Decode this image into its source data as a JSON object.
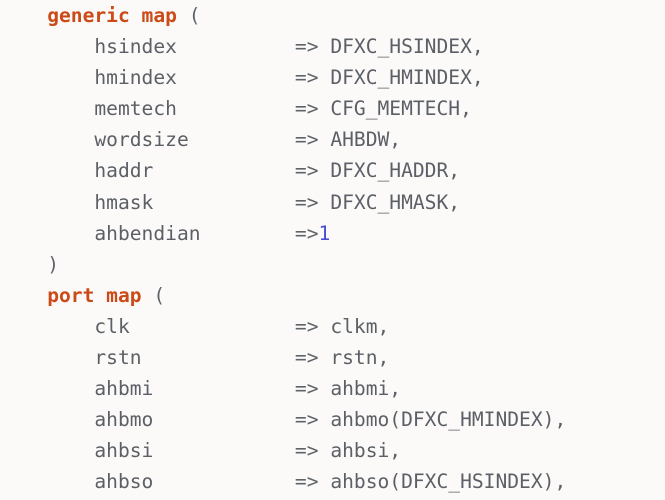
{
  "editor": {
    "background_color": "#fbfaf9",
    "keyword_color": "#cc4a18",
    "identifier_color": "#5c6066",
    "punctuation_color": "#5f646b",
    "number_color": "#4b4bd4",
    "language": "VHDL"
  },
  "lines": [
    {
      "id": "line-generic-map",
      "tokens": [
        {
          "text": "    ",
          "type": "plain"
        },
        {
          "text": "generic map",
          "type": "keyword"
        },
        {
          "text": " (",
          "type": "punct"
        }
      ]
    },
    {
      "id": "line-hsindex",
      "tokens": [
        {
          "text": "        ",
          "type": "plain"
        },
        {
          "text": "hsindex",
          "type": "ident"
        },
        {
          "text": "          ",
          "type": "plain"
        },
        {
          "text": "=> ",
          "type": "arrow"
        },
        {
          "text": "DFXC_HSINDEX,",
          "type": "value"
        }
      ]
    },
    {
      "id": "line-hmindex",
      "tokens": [
        {
          "text": "        ",
          "type": "plain"
        },
        {
          "text": "hmindex",
          "type": "ident"
        },
        {
          "text": "          ",
          "type": "plain"
        },
        {
          "text": "=> ",
          "type": "arrow"
        },
        {
          "text": "DFXC_HMINDEX,",
          "type": "value"
        }
      ]
    },
    {
      "id": "line-memtech",
      "tokens": [
        {
          "text": "        ",
          "type": "plain"
        },
        {
          "text": "memtech",
          "type": "ident"
        },
        {
          "text": "          ",
          "type": "plain"
        },
        {
          "text": "=> ",
          "type": "arrow"
        },
        {
          "text": "CFG_MEMTECH,",
          "type": "value"
        }
      ]
    },
    {
      "id": "line-wordsize",
      "tokens": [
        {
          "text": "        ",
          "type": "plain"
        },
        {
          "text": "wordsize",
          "type": "ident"
        },
        {
          "text": "         ",
          "type": "plain"
        },
        {
          "text": "=> ",
          "type": "arrow"
        },
        {
          "text": "AHBDW,",
          "type": "value"
        }
      ]
    },
    {
      "id": "line-haddr",
      "tokens": [
        {
          "text": "        ",
          "type": "plain"
        },
        {
          "text": "haddr",
          "type": "ident"
        },
        {
          "text": "            ",
          "type": "plain"
        },
        {
          "text": "=> ",
          "type": "arrow"
        },
        {
          "text": "DFXC_HADDR,",
          "type": "value"
        }
      ]
    },
    {
      "id": "line-hmask",
      "tokens": [
        {
          "text": "        ",
          "type": "plain"
        },
        {
          "text": "hmask",
          "type": "ident"
        },
        {
          "text": "            ",
          "type": "plain"
        },
        {
          "text": "=> ",
          "type": "arrow"
        },
        {
          "text": "DFXC_HMASK,",
          "type": "value"
        }
      ]
    },
    {
      "id": "line-ahbendian",
      "tokens": [
        {
          "text": "        ",
          "type": "plain"
        },
        {
          "text": "ahbendian",
          "type": "ident"
        },
        {
          "text": "        ",
          "type": "plain"
        },
        {
          "text": "=>",
          "type": "arrow"
        },
        {
          "text": "1",
          "type": "number"
        }
      ]
    },
    {
      "id": "line-close-paren",
      "tokens": [
        {
          "text": "    ",
          "type": "plain"
        },
        {
          "text": ")",
          "type": "punct"
        }
      ]
    },
    {
      "id": "line-port-map",
      "tokens": [
        {
          "text": "    ",
          "type": "plain"
        },
        {
          "text": "port map",
          "type": "keyword"
        },
        {
          "text": " (",
          "type": "punct"
        }
      ]
    },
    {
      "id": "line-clk",
      "tokens": [
        {
          "text": "        ",
          "type": "plain"
        },
        {
          "text": "clk",
          "type": "ident"
        },
        {
          "text": "              ",
          "type": "plain"
        },
        {
          "text": "=> ",
          "type": "arrow"
        },
        {
          "text": "clkm,",
          "type": "value"
        }
      ]
    },
    {
      "id": "line-rstn",
      "tokens": [
        {
          "text": "        ",
          "type": "plain"
        },
        {
          "text": "rstn",
          "type": "ident"
        },
        {
          "text": "             ",
          "type": "plain"
        },
        {
          "text": "=> ",
          "type": "arrow"
        },
        {
          "text": "rstn,",
          "type": "value"
        }
      ]
    },
    {
      "id": "line-ahbmi",
      "tokens": [
        {
          "text": "        ",
          "type": "plain"
        },
        {
          "text": "ahbmi",
          "type": "ident"
        },
        {
          "text": "            ",
          "type": "plain"
        },
        {
          "text": "=> ",
          "type": "arrow"
        },
        {
          "text": "ahbmi,",
          "type": "value"
        }
      ]
    },
    {
      "id": "line-ahbmo",
      "tokens": [
        {
          "text": "        ",
          "type": "plain"
        },
        {
          "text": "ahbmo",
          "type": "ident"
        },
        {
          "text": "            ",
          "type": "plain"
        },
        {
          "text": "=> ",
          "type": "arrow"
        },
        {
          "text": "ahbmo(DFXC_HMINDEX),",
          "type": "value"
        }
      ]
    },
    {
      "id": "line-ahbsi",
      "tokens": [
        {
          "text": "        ",
          "type": "plain"
        },
        {
          "text": "ahbsi",
          "type": "ident"
        },
        {
          "text": "            ",
          "type": "plain"
        },
        {
          "text": "=> ",
          "type": "arrow"
        },
        {
          "text": "ahbsi,",
          "type": "value"
        }
      ]
    },
    {
      "id": "line-ahbso",
      "tokens": [
        {
          "text": "        ",
          "type": "plain"
        },
        {
          "text": "ahbso",
          "type": "ident"
        },
        {
          "text": "            ",
          "type": "plain"
        },
        {
          "text": "=> ",
          "type": "arrow"
        },
        {
          "text": "ahbso(DFXC_HSINDEX),",
          "type": "value"
        }
      ]
    }
  ]
}
